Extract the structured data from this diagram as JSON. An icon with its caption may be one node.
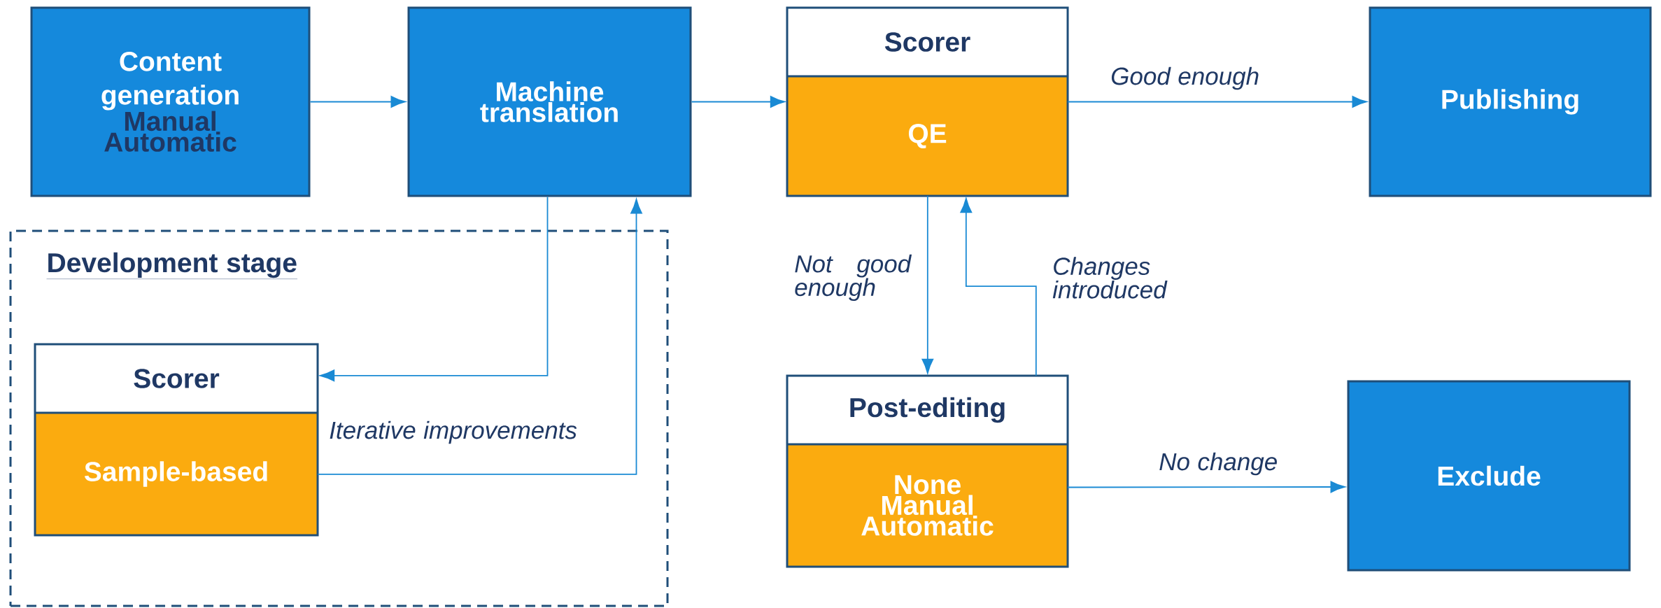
{
  "diagram": {
    "nodes": [
      {
        "text": [
          "Content generation",
          "Manual Automatic"
        ]
      },
      {
        "text": [
          "Machine translation"
        ]
      },
      {
        "text": [
          "Scorer",
          "QE"
        ]
      },
      {
        "text": [
          "Publishing"
        ]
      },
      {
        "text": [
          "Development stage"
        ]
      },
      {
        "text": [
          "Scorer",
          "Sample-based"
        ],
        "in": 4
      },
      {
        "text": [
          "Post-editing",
          "None Manual Automatic"
        ]
      },
      {
        "text": [
          "Exclude"
        ]
      }
    ],
    "edges": [
      {
        "from": 0,
        "to": 1,
        "arrow": "to"
      },
      {
        "from": 1,
        "to": 2,
        "arrow": "to"
      },
      {
        "from": 2,
        "to": 3,
        "arrow": "to",
        "label": "Good enough"
      },
      {
        "from": 1,
        "to": 5,
        "arrow": "to"
      },
      {
        "from": 5,
        "to": 1,
        "arrow": "to",
        "label": "Iterative improvements"
      },
      {
        "from": 2,
        "to": 6,
        "arrow": "to",
        "label": "Not good enough"
      },
      {
        "from": 6,
        "to": 2,
        "arrow": "to",
        "label": "Changes introduced"
      },
      {
        "from": 6,
        "to": 7,
        "arrow": "to",
        "label": "No change"
      }
    ]
  }
}
